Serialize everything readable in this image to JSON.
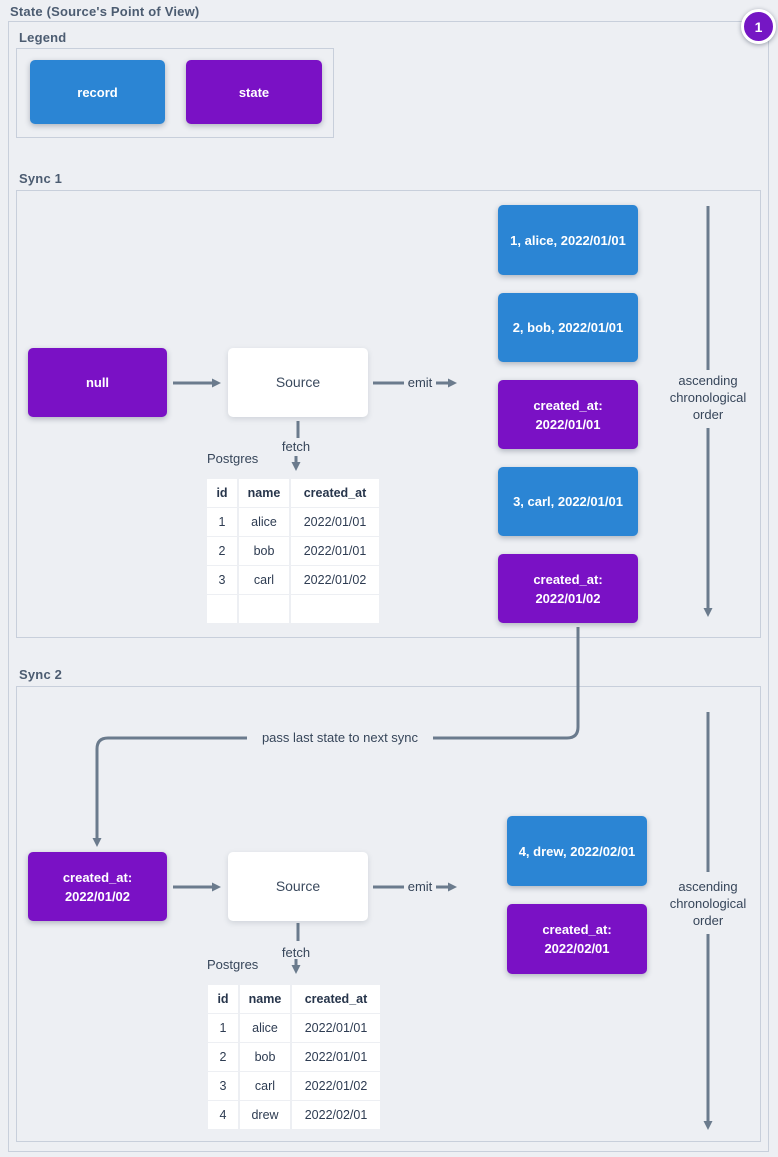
{
  "app": {
    "title": "State (Source's Point of View)",
    "badge": "1"
  },
  "legend": {
    "title": "Legend",
    "record_label": "record",
    "state_label": "state"
  },
  "labels": {
    "source": "Source",
    "emit": "emit",
    "fetch": "fetch",
    "postgres": "Postgres",
    "pass_state": "pass last state to next sync",
    "order": [
      "ascending",
      "chronological",
      "order"
    ]
  },
  "sync1": {
    "title": "Sync 1",
    "input_state": {
      "text": "null"
    },
    "emitted": [
      {
        "type": "record",
        "text": "1, alice, 2022/01/01"
      },
      {
        "type": "record",
        "text": "2, bob, 2022/01/01"
      },
      {
        "type": "state",
        "line1": "created_at:",
        "line2": "2022/01/01"
      },
      {
        "type": "record",
        "text": "3, carl, 2022/01/01"
      },
      {
        "type": "state",
        "line1": "created_at:",
        "line2": "2022/01/02"
      }
    ],
    "table": {
      "headers": [
        "id",
        "name",
        "created_at"
      ],
      "rows": [
        [
          "1",
          "alice",
          "2022/01/01"
        ],
        [
          "2",
          "bob",
          "2022/01/01"
        ],
        [
          "3",
          "carl",
          "2022/01/02"
        ],
        [
          "",
          "",
          ""
        ]
      ]
    }
  },
  "sync2": {
    "title": "Sync 2",
    "input_state": {
      "line1": "created_at:",
      "line2": "2022/01/02"
    },
    "emitted": [
      {
        "type": "record",
        "text": "4, drew, 2022/02/01"
      },
      {
        "type": "state",
        "line1": "created_at:",
        "line2": "2022/02/01"
      }
    ],
    "table": {
      "headers": [
        "id",
        "name",
        "created_at"
      ],
      "rows": [
        [
          "1",
          "alice",
          "2022/01/01"
        ],
        [
          "2",
          "bob",
          "2022/01/01"
        ],
        [
          "3",
          "carl",
          "2022/01/02"
        ],
        [
          "4",
          "drew",
          "2022/02/01"
        ]
      ]
    }
  },
  "colors": {
    "record_blue": "#2b85d4",
    "state_purple": "#7a11c5",
    "badge_purple": "#7517c4",
    "arrow_gray": "#6b7b8d",
    "background": "#edeff3",
    "panel_border": "#c8cfdb"
  }
}
